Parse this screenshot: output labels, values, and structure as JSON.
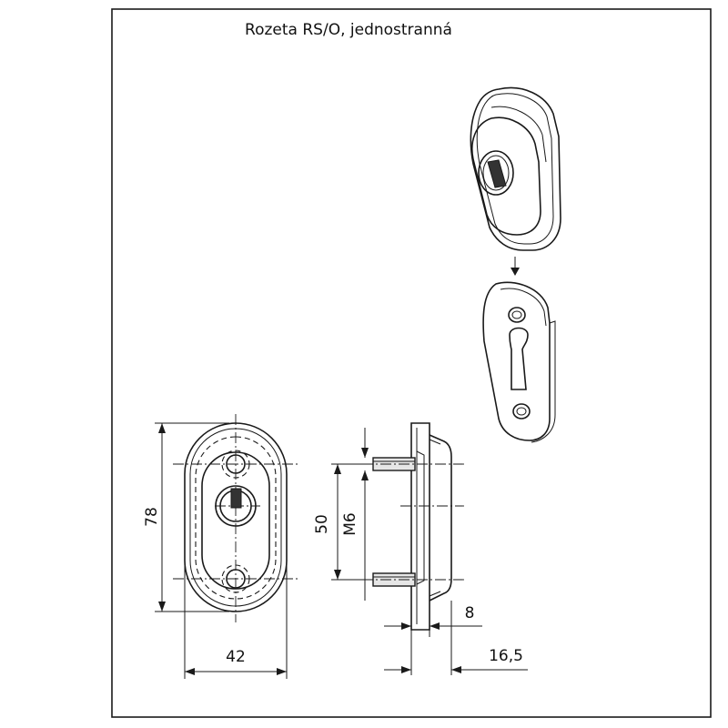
{
  "title": "Rozeta RS/O, jednostranná",
  "dimensions": {
    "height": "78",
    "width": "42",
    "hole_spacing": "50",
    "thread": "M6",
    "base_thickness": "8",
    "total_depth": "16,5"
  }
}
